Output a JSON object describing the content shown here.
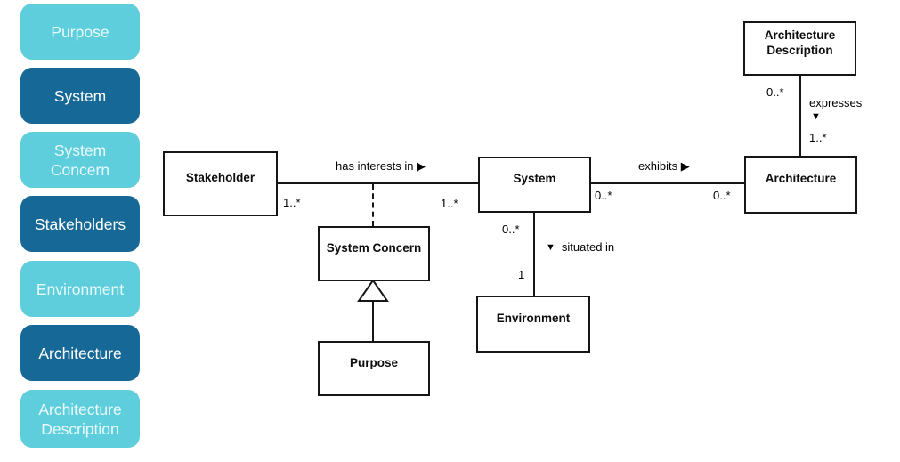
{
  "sidebar": {
    "items": [
      {
        "label": "Purpose",
        "tone": "light"
      },
      {
        "label": "System",
        "tone": "dark"
      },
      {
        "label": "System Concern",
        "tone": "light"
      },
      {
        "label": "Stakeholders",
        "tone": "dark"
      },
      {
        "label": "Environment",
        "tone": "light"
      },
      {
        "label": "Architecture",
        "tone": "dark"
      },
      {
        "label": "Architecture Description",
        "tone": "light"
      }
    ]
  },
  "diagram": {
    "nodes": {
      "stakeholder": {
        "label": "Stakeholder"
      },
      "system": {
        "label": "System"
      },
      "system_concern": {
        "label": "System Concern"
      },
      "purpose": {
        "label": "Purpose"
      },
      "environment": {
        "label": "Environment"
      },
      "architecture": {
        "label": "Architecture"
      },
      "architecture_description": {
        "label": "Architecture Description"
      }
    },
    "edges": {
      "has_interests_in": {
        "label": "has interests in ▶",
        "source_mult": "1..*",
        "target_mult": "1..*"
      },
      "exhibits": {
        "label": "exhibits ▶",
        "source_mult": "0..*",
        "target_mult": "0..*"
      },
      "expresses": {
        "label": "expresses",
        "arrow": "▼",
        "source_mult": "0..*",
        "target_mult": "1..*"
      },
      "situated_in": {
        "label": "situated in",
        "arrow": "▼",
        "source_mult": "0..*",
        "target_mult": "1"
      }
    }
  },
  "colors": {
    "sidebar_light": "#5ECEDC",
    "sidebar_dark": "#166896",
    "line": "#161616"
  }
}
